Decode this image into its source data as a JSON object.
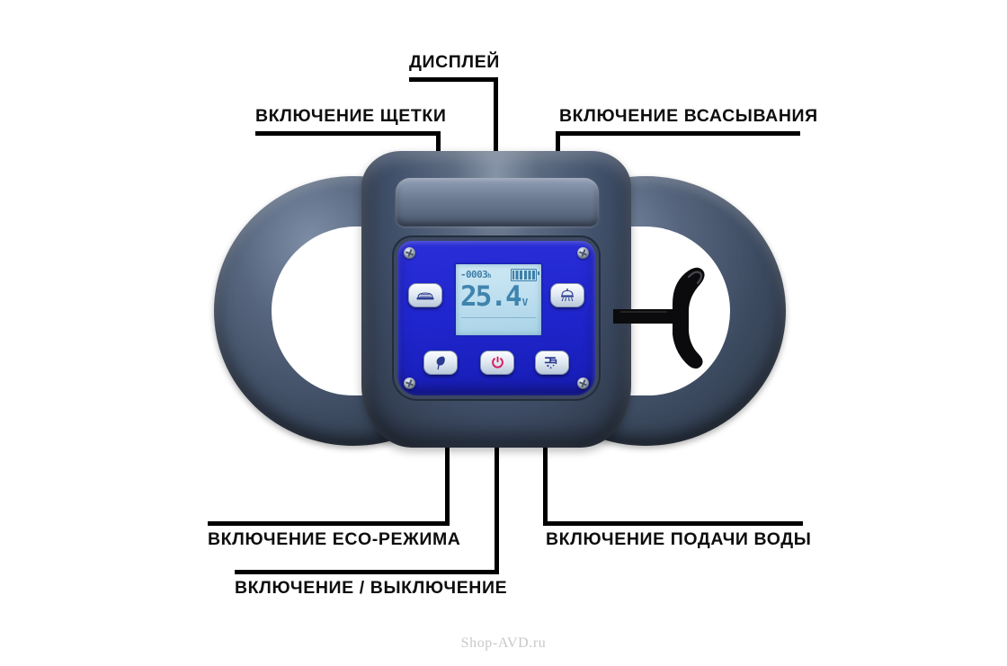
{
  "page": {
    "background": "#ffffff",
    "watermark": "Shop-AVD.ru"
  },
  "callouts": [
    {
      "id": "display",
      "label": "ДИСПЛЕЙ",
      "target": "lcd-screen"
    },
    {
      "id": "brush",
      "label": "ВКЛЮЧЕНИЕ ЩЕТКИ",
      "target": "brush-button"
    },
    {
      "id": "suction",
      "label": "ВКЛЮЧЕНИЕ ВСАСЫВАНИЯ",
      "target": "suction-button"
    },
    {
      "id": "eco",
      "label": "ВКЛЮЧЕНИЕ ECO-РЕЖИМА",
      "target": "eco-button"
    },
    {
      "id": "power",
      "label": "ВКЛЮЧЕНИЕ / ВЫКЛЮЧЕНИЕ",
      "target": "power-button"
    },
    {
      "id": "water",
      "label": "ВКЛЮЧЕНИЕ ПОДАЧИ ВОДЫ",
      "target": "water-button"
    }
  ],
  "device": {
    "name": "scrubber-dryer-control-handle",
    "body_color": "#41506a",
    "faceplate_color": "#2026cf",
    "lever": {
      "name": "throttle-lever",
      "color": "#0a0a0a"
    },
    "lcd": {
      "hours_value": "-0003",
      "hours_unit": "h",
      "battery_level_icon": "battery-full-icon",
      "voltage_value": "25.4",
      "voltage_unit": "V",
      "screen_color": "#bfe0f0",
      "digit_color": "#3f84ad"
    },
    "buttons": [
      {
        "id": "brush-button",
        "icon": "brush-head-icon",
        "position": "top-left"
      },
      {
        "id": "suction-button",
        "icon": "suction-fan-icon",
        "position": "top-right"
      },
      {
        "id": "eco-button",
        "icon": "eco-leaf-icon",
        "position": "bottom-left"
      },
      {
        "id": "power-button",
        "icon": "power-icon",
        "position": "bottom-center",
        "icon_color": "#d9195e"
      },
      {
        "id": "water-button",
        "icon": "faucet-icon",
        "position": "bottom-right"
      }
    ],
    "screws": [
      "screw-top-left",
      "screw-top-right",
      "screw-bottom-left",
      "screw-bottom-right"
    ]
  }
}
